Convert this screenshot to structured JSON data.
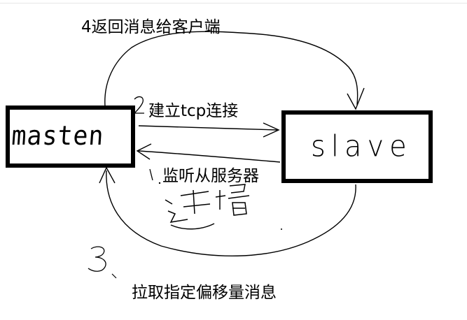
{
  "labels": {
    "return_msg": "4返回消息给客户端",
    "tcp": "建立tcp连接",
    "listen": "监听从服务器",
    "pull": "拉取指定偏移量消息"
  },
  "nodes": {
    "master": "masten",
    "slave": "slave"
  },
  "annotations": {
    "step2": "2",
    "step1": "1",
    "step3": "3."
  },
  "colors": {
    "ink": "#000000",
    "background": "#ffffff"
  }
}
